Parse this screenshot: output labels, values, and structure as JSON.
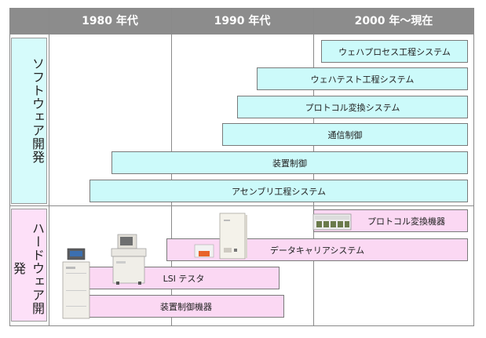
{
  "eras": [
    "1980 年代",
    "1990 年代",
    "2000 年〜現在"
  ],
  "categories": {
    "software": "ソフトウェア開発",
    "hardware": "ハードウェア開発"
  },
  "software_bars": [
    "ウェハプロセス工程システム",
    "ウェハテスト工程システム",
    "プロトコル変換システム",
    "通信制御",
    "装置制御",
    "アセンブリ工程システム"
  ],
  "hardware_bars": [
    "プロトコル変換機器",
    "データキャリアシステム",
    "LSI テスタ",
    "装置制御機器"
  ],
  "colors": {
    "header": "#8c8c8c",
    "software": "#ccfafa",
    "hardware": "#fbd8f3",
    "border": "#7a7a7a"
  }
}
